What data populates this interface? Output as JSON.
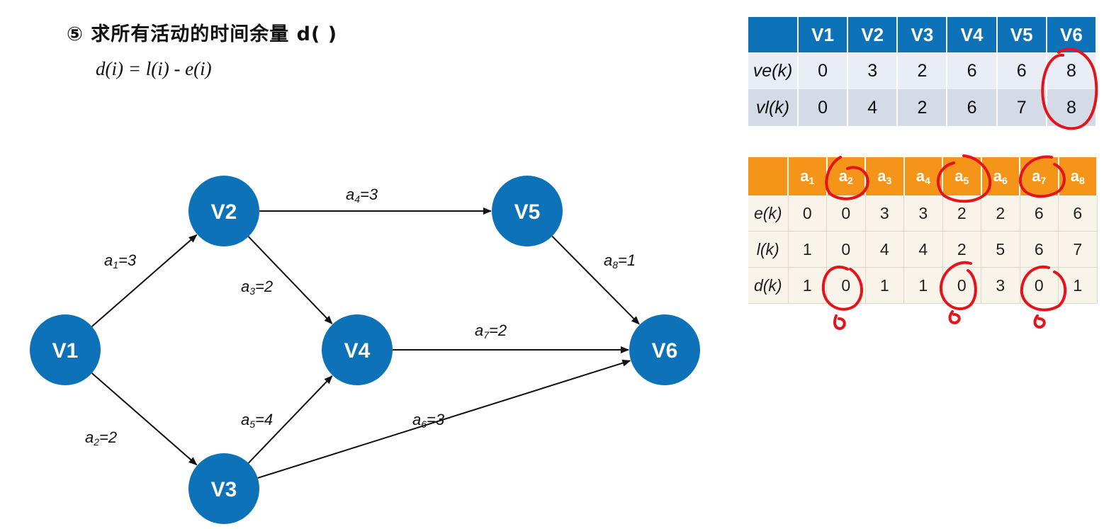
{
  "heading": "⑤ 求所有活动的时间余量 d( )",
  "formula": "d(i) = l(i) - e(i)",
  "nodes": [
    {
      "id": "V1",
      "label": "V1"
    },
    {
      "id": "V2",
      "label": "V2"
    },
    {
      "id": "V3",
      "label": "V3"
    },
    {
      "id": "V4",
      "label": "V4"
    },
    {
      "id": "V5",
      "label": "V5"
    },
    {
      "id": "V6",
      "label": "V6"
    }
  ],
  "edges": [
    {
      "from": "V1",
      "to": "V2",
      "name": "a",
      "index": "1",
      "weight": "=3"
    },
    {
      "from": "V1",
      "to": "V3",
      "name": "a",
      "index": "2",
      "weight": "=2"
    },
    {
      "from": "V2",
      "to": "V4",
      "name": "a",
      "index": "3",
      "weight": "=2"
    },
    {
      "from": "V2",
      "to": "V5",
      "name": "a",
      "index": "4",
      "weight": "=3"
    },
    {
      "from": "V3",
      "to": "V4",
      "name": "a",
      "index": "5",
      "weight": "=4"
    },
    {
      "from": "V3",
      "to": "V6",
      "name": "a",
      "index": "6",
      "weight": "=3"
    },
    {
      "from": "V4",
      "to": "V6",
      "name": "a",
      "index": "7",
      "weight": "=2"
    },
    {
      "from": "V5",
      "to": "V6",
      "name": "a",
      "index": "8",
      "weight": "=1"
    }
  ],
  "event_table": {
    "headers": [
      "",
      "V1",
      "V2",
      "V3",
      "V4",
      "V5",
      "V6"
    ],
    "rows": [
      {
        "label": "ve(k)",
        "values": [
          "0",
          "3",
          "2",
          "6",
          "6",
          "8"
        ]
      },
      {
        "label": "vl(k)",
        "values": [
          "0",
          "4",
          "2",
          "6",
          "7",
          "8"
        ]
      }
    ]
  },
  "activity_table": {
    "headers": [
      "a",
      "a",
      "a",
      "a",
      "a",
      "a",
      "a",
      "a"
    ],
    "header_subs": [
      "1",
      "2",
      "3",
      "4",
      "5",
      "6",
      "7",
      "8"
    ],
    "rows": [
      {
        "label": "e(k)",
        "values": [
          "0",
          "0",
          "3",
          "3",
          "2",
          "2",
          "6",
          "6"
        ]
      },
      {
        "label": "l(k)",
        "values": [
          "1",
          "0",
          "4",
          "4",
          "2",
          "5",
          "6",
          "7"
        ]
      },
      {
        "label": "d(k)",
        "values": [
          "1",
          "0",
          "1",
          "1",
          "0",
          "3",
          "0",
          "1"
        ]
      }
    ]
  },
  "colors": {
    "node": "#0e72b8",
    "event_header": "#0e72b8",
    "activity_header": "#f4951a",
    "annotation": "#e3141c"
  }
}
